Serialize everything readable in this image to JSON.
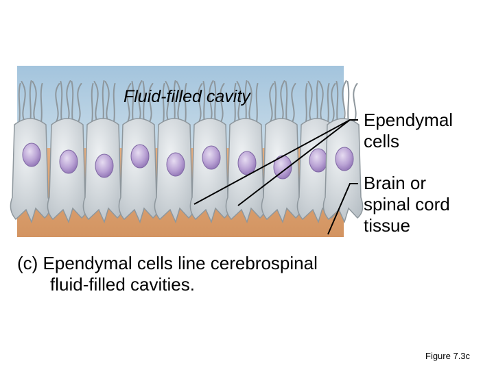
{
  "labels": {
    "cavity": "Fluid-filled cavity",
    "ependymal": [
      "Ependymal",
      "cells"
    ],
    "tissue": [
      "Brain or",
      "spinal cord",
      "tissue"
    ]
  },
  "caption": {
    "line1": "(c) Ependymal cells line cerebrospinal",
    "line2": "fluid-filled cavities."
  },
  "figure_number": "Figure 7.3c",
  "colors": {
    "fluid": "#a9c6dd",
    "tissue": "#dba174",
    "cell_body": "#d9dee2",
    "cell_outline": "#8e979d",
    "nucleus": "#a78fc6",
    "leader_line": "#000000"
  }
}
